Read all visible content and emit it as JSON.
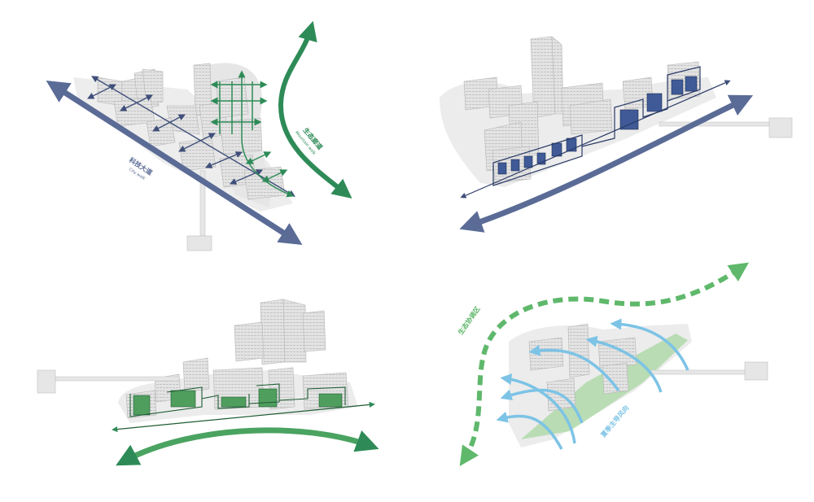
{
  "panels": [
    {
      "id": "top-left",
      "labels": {
        "main_cn": "科技大道",
        "main_en": "City walk",
        "green_cn": "生态廊道",
        "green_en": "Mountain walk"
      }
    },
    {
      "id": "top-right",
      "labels": {}
    },
    {
      "id": "bottom-left",
      "labels": {}
    },
    {
      "id": "bottom-right",
      "labels": {
        "green_cn": "生态协调区",
        "wind_cn": "夏季主导风向"
      }
    }
  ],
  "colors": {
    "blue": "#5a6b96",
    "green": "#2e8b57",
    "light_green": "#5fb86b",
    "sky": "#7cc3e6",
    "panel_green": "#4f9e5e",
    "panel_blue": "#3f5a97",
    "building": "#d9d9d9",
    "building_edge": "#b5b5b5",
    "ground": "#ededed"
  }
}
